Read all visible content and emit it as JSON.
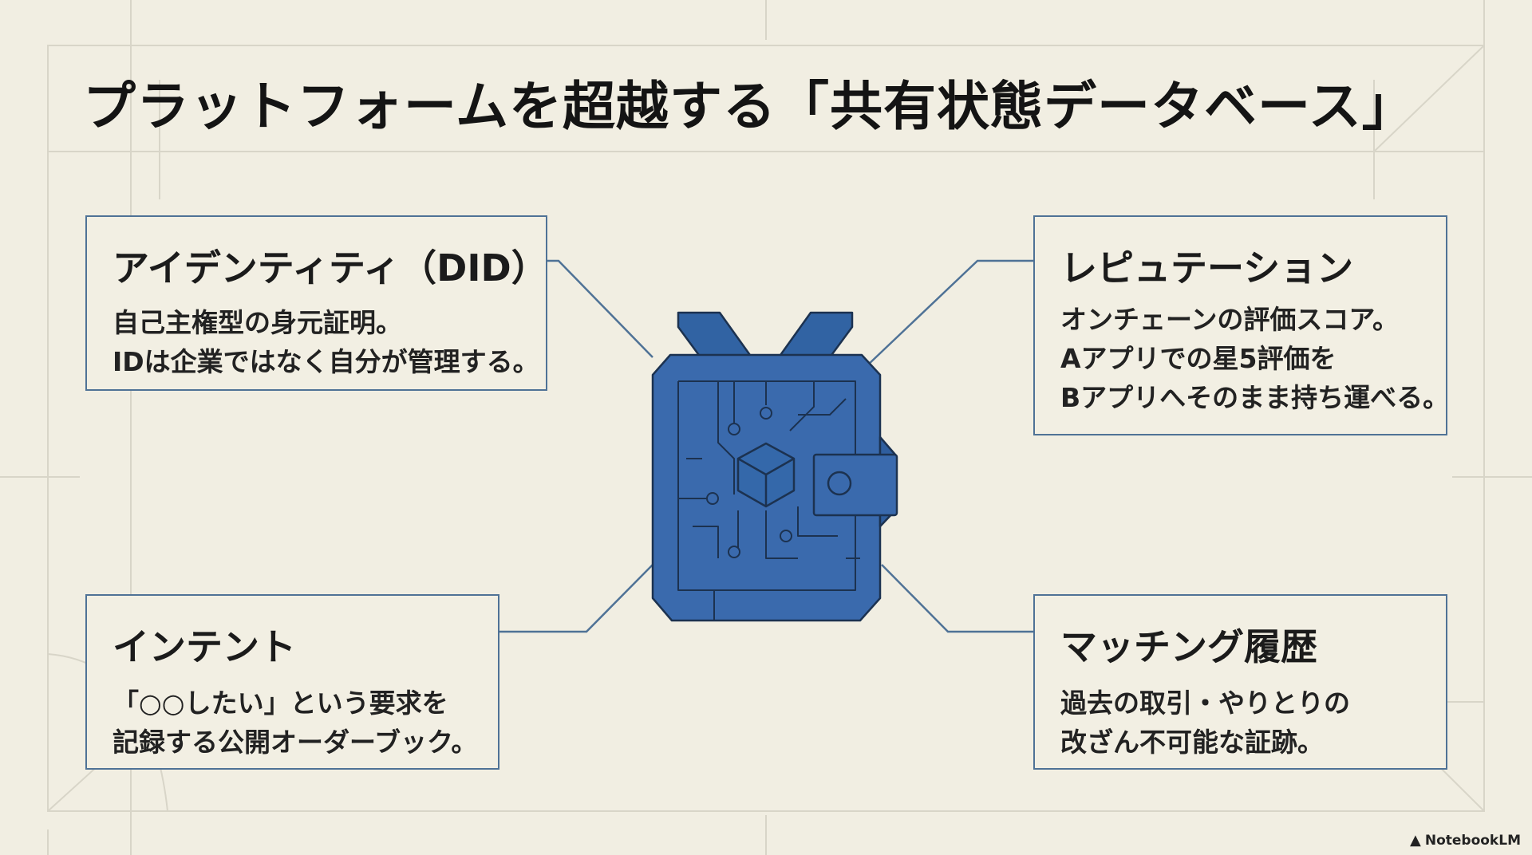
{
  "title": "プラットフォームを超越する「共有状態データベース」",
  "boxes": {
    "identity": {
      "heading": "アイデンティティ（DID）",
      "lines": [
        "自己主権型の身元証明。",
        "IDは企業ではなく自分が管理する。"
      ]
    },
    "reputation": {
      "heading": "レピュテーション",
      "lines": [
        "オンチェーンの評価スコア。",
        "Aアプリでの星5評価を",
        "Bアプリへそのまま持ち運べる。"
      ]
    },
    "intent": {
      "heading": "インテント",
      "lines": [
        "「○○したい」という要求を",
        "記録する公開オーダーブック。"
      ]
    },
    "matching": {
      "heading": "マッチング履歴",
      "lines": [
        "過去の取引・やりとりの",
        "改ざん不可能な証跡。"
      ]
    }
  },
  "center_icon": "circuit-backpack-icon",
  "colors": {
    "background": "#f1eee2",
    "border": "#4f7296",
    "icon_fill": "#3a6aad",
    "icon_stroke": "#1c3250"
  },
  "logo": {
    "text": "NotebookLM",
    "icon": "notebooklm-logo-icon"
  }
}
